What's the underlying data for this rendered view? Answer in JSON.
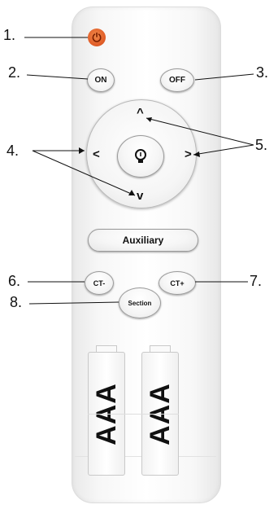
{
  "callouts": [
    "1.",
    "2.",
    "3.",
    "4.",
    "5.",
    "6.",
    "7.",
    "8."
  ],
  "buttons": {
    "power_glyph": "⏻",
    "on": "ON",
    "off": "OFF",
    "auxiliary": "Auxiliary",
    "ct_minus": "CT-",
    "ct_plus": "CT+",
    "section": "Section"
  },
  "arrows": {
    "up": "^",
    "down": "v",
    "left": "<",
    "right": ">"
  },
  "battery": [
    "AAA",
    "AAA"
  ],
  "colors": {
    "power": "#e2602a",
    "remote_body": "#f7f7f7",
    "outline": "#9a9a9a"
  },
  "icons": {
    "power": "power-icon",
    "center": "lightbulb-icon"
  }
}
